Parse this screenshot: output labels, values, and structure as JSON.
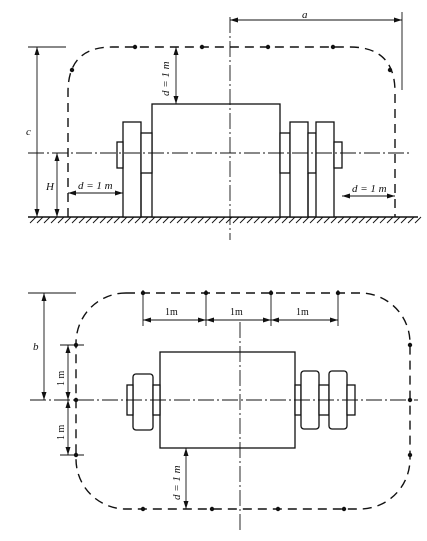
{
  "elevation": {
    "label_a": "a",
    "label_c": "c",
    "label_H": "H",
    "label_d_top": "d = 1 m",
    "label_d_left": "d = 1 m",
    "label_d_right": "d = 1 m"
  },
  "plan": {
    "label_b": "b",
    "label_1m_top_1": "1m",
    "label_1m_top_2": "1m",
    "label_1m_top_3": "1m",
    "label_1m_side_upper": "1 m",
    "label_1m_side_lower": "1 m",
    "label_d_bottom": "d = 1 m"
  }
}
